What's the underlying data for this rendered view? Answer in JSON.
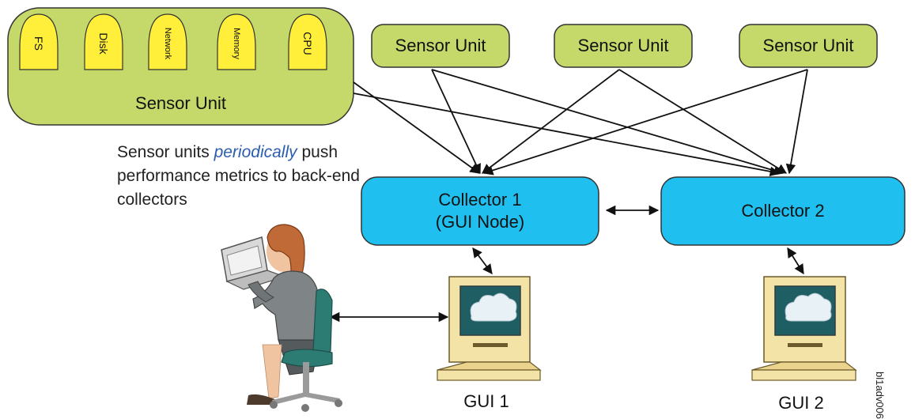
{
  "main_sensor": {
    "label": "Sensor Unit",
    "tabs": [
      "FS",
      "Disk",
      "Network",
      "Memory",
      "CPU"
    ]
  },
  "sensor_units": [
    {
      "label": "Sensor Unit"
    },
    {
      "label": "Sensor Unit"
    },
    {
      "label": "Sensor Unit"
    }
  ],
  "caption": {
    "before": "Sensor units ",
    "emphasis": "periodically",
    "after": " push performance metrics to back-end collectors"
  },
  "collectors": [
    {
      "label": "Collector 1\n(GUI Node)"
    },
    {
      "label": "Collector 2"
    }
  ],
  "guis": [
    {
      "label": "GUI 1"
    },
    {
      "label": "GUI 2"
    }
  ],
  "figure_code": "bl1adv006",
  "colors": {
    "sensor_fill": "#c5d96a",
    "tab_fill": "#ffef3a",
    "collector_fill": "#1fc0ef",
    "caption_emphasis": "#2a5db0"
  }
}
